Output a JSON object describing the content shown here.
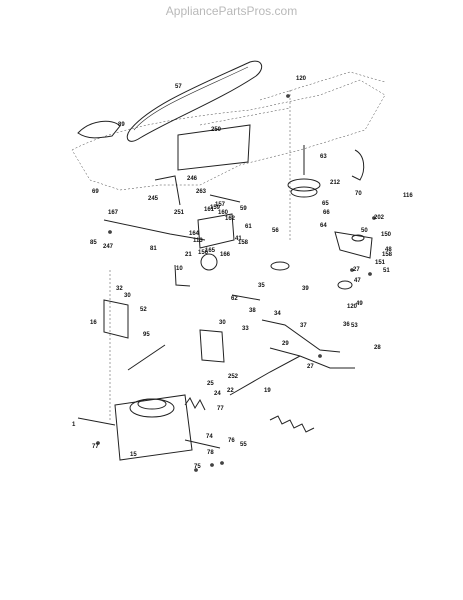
{
  "watermark": "AppliancePartsPros.com",
  "callouts": [
    "57",
    "120",
    "89",
    "250",
    "63",
    "212",
    "70",
    "116",
    "69",
    "263",
    "246",
    "245",
    "251",
    "59",
    "161",
    "159",
    "160",
    "162",
    "157",
    "113",
    "158",
    "166",
    "156",
    "165",
    "164",
    "167",
    "247",
    "85",
    "81",
    "21",
    "10",
    "65",
    "66",
    "64",
    "61",
    "41",
    "56",
    "39",
    "150",
    "202",
    "48",
    "50",
    "158",
    "151",
    "51",
    "27",
    "47",
    "49",
    "120",
    "32",
    "30",
    "52",
    "16",
    "95",
    "62",
    "35",
    "38",
    "30",
    "33",
    "34",
    "37",
    "36",
    "53",
    "28",
    "29",
    "252",
    "25",
    "27",
    "24",
    "22",
    "19",
    "77",
    "1",
    "15",
    "77",
    "74",
    "75",
    "78",
    "76",
    "55"
  ]
}
